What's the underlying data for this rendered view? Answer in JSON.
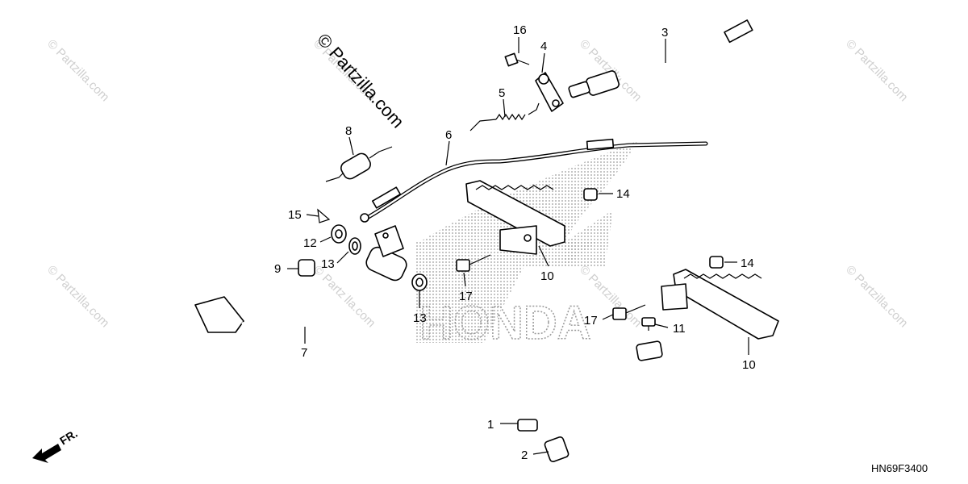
{
  "watermarks": [
    "© Partzilla.com",
    "© Partzilla.com",
    "© Partzilla.com",
    "© Partzilla.com",
    "© Partzilla.com",
    "© Partzilla.com",
    "© Partzilla.com",
    "© Partzilla.com"
  ],
  "copyright": "© Partzilla.com",
  "diagram_code": "HN69F3400",
  "front_indicator": "FR.",
  "background_logo": "HONDA",
  "callouts": [
    "16",
    "4",
    "3",
    "5",
    "8",
    "6",
    "14",
    "15",
    "12",
    "13",
    "9",
    "10",
    "17",
    "13",
    "7",
    "14",
    "17",
    "11",
    "10",
    "1",
    "2"
  ],
  "colors": {
    "line": "#000000",
    "watermark": "#cfcfcf",
    "logo_dots": "#9a9a9a"
  }
}
